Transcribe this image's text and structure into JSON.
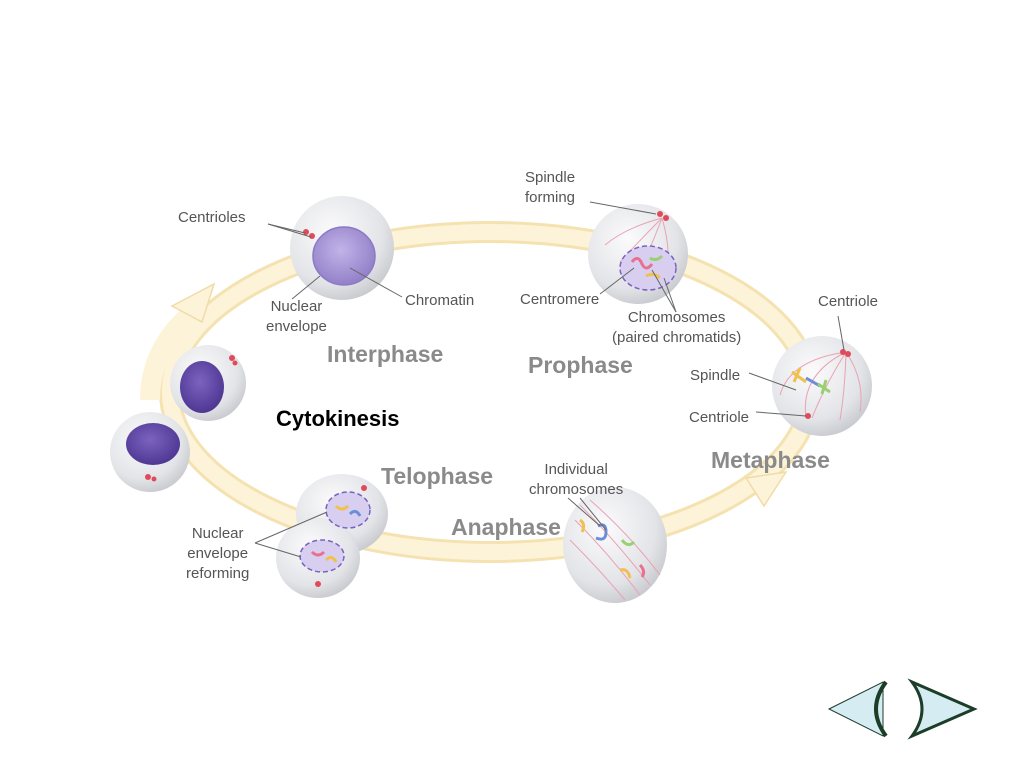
{
  "phases": {
    "interphase": "Interphase",
    "prophase": "Prophase",
    "metaphase": "Metaphase",
    "anaphase": "Anaphase",
    "telophase": "Telophase",
    "cytokinesis": "Cytokinesis"
  },
  "labels": {
    "centrioles": "Centrioles",
    "nuclear_envelope_1": "Nuclear",
    "nuclear_envelope_2": "envelope",
    "chromatin": "Chromatin",
    "spindle_forming_1": "Spindle",
    "spindle_forming_2": "forming",
    "centromere": "Centromere",
    "chromosomes_1": "Chromosomes",
    "chromosomes_2": "(paired chromatids)",
    "centriole_top": "Centriole",
    "spindle": "Spindle",
    "centriole_bottom": "Centriole",
    "individual_1": "Individual",
    "individual_2": "chromosomes",
    "reforming_1": "Nuclear",
    "reforming_2": "envelope",
    "reforming_3": "reforming"
  },
  "nav": {
    "prev_icon": "left-arrow-icon",
    "next_icon": "right-arrow-icon"
  },
  "colors": {
    "cycle_ring": "#fbeec8",
    "cell": "#e4e5e9",
    "nucleus": "#a08fce",
    "spindle": "#e8a3b0",
    "phase_label": "#8a8a8a",
    "nav_fill": "#d5ecf3",
    "nav_stroke": "#1c3d28"
  }
}
